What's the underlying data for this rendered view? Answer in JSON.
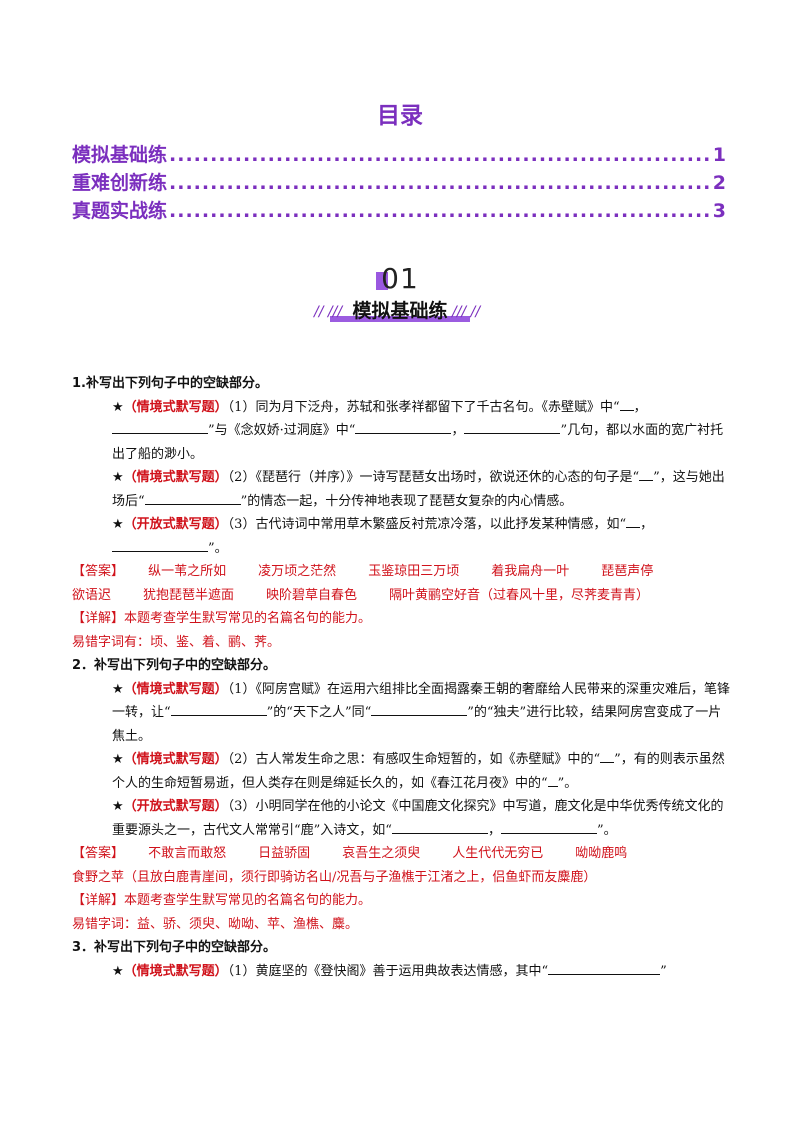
{
  "toc": {
    "title": "目录",
    "entries": [
      {
        "label": "模拟基础练",
        "page": "1"
      },
      {
        "label": "重难创新练",
        "page": "2"
      },
      {
        "label": "真题实战练",
        "page": "3"
      }
    ]
  },
  "section": {
    "number": "01",
    "label": "模拟基础练",
    "slash_left": "// ///",
    "slash_right": "/// //"
  },
  "q1": {
    "head": "1.补写出下列句子中的空缺部分。",
    "star": "★",
    "items": [
      {
        "tag": "（情境式默写题）",
        "a": "（1）同为月下泛舟，苏轼和张孝祥都留下了千古名句。《赤壁赋》中“",
        "b": "，",
        "c": "”与《念奴娇·过洞庭》中“",
        "d": "，",
        "e": "”几句，都以水面的宽广衬托出了船的渺小。"
      },
      {
        "tag": "（情境式默写题）",
        "a": "（2）《琵琶行（并序）》一诗写琵琶女出场时，欲说还休的心态的句子是“",
        "b": "”，这与她出场后“",
        "c": "”的情态一起，十分传神地表现了琵琶女复杂的内心情感。"
      },
      {
        "tag": "（开放式默写题）",
        "a": "（3）古代诗词中常用草木繁盛反衬荒凉冷落，以此抒发某种情感，如“",
        "b": "，",
        "c": "”。"
      }
    ],
    "answer_label": "【答案】",
    "answers_line1": [
      "纵一苇之所如",
      "凌万顷之茫然",
      "玉鉴琼田三万顷",
      "着我扁舟一叶",
      "琵琶声停"
    ],
    "answers_line2": [
      "欲语迟",
      "犹抱琵琶半遮面",
      "映阶碧草自春色",
      "隔叶黄鹂空好音（过春风十里，尽荠麦青青）"
    ],
    "detail_label": "【详解】",
    "detail": "本题考查学生默写常见的名篇名句的能力。",
    "typo": "易错字词有：顷、鉴、着、鹂、荠。"
  },
  "q2": {
    "head": "2．补写出下列句子中的空缺部分。",
    "star": "★",
    "items": [
      {
        "tag": "（情境式默写题）",
        "a": "（1）《阿房宫赋》在运用六组排比全面揭露秦王朝的奢靡给人民带来的深重灾难后，笔锋一转，让“",
        "b": "”的“天下之人”同“",
        "c": "”的“独夫”进行比较，结果阿房宫变成了一片焦土。"
      },
      {
        "tag": "（情境式默写题）",
        "a": "（2）古人常发生命之思：有感叹生命短暂的，如《赤壁赋》中的“",
        "b": "”，有的则表示虽然个人的生命短暂易逝，但人类存在则是绵延长久的，如《春江花月夜》中的“",
        "c": "”。"
      },
      {
        "tag": "（开放式默写题）",
        "a": "（3）小明同学在他的小论文《中国鹿文化探究》中写道，鹿文化是中华优秀传统文化的重要源头之一，古代文人常常引“鹿”入诗文，如“",
        "b": "，",
        "c": "”。"
      }
    ],
    "answer_label": "【答案】",
    "answers_line1": [
      "不敢言而敢怒",
      "日益骄固",
      "哀吾生之须臾",
      "人生代代无穷已",
      "呦呦鹿鸣"
    ],
    "answers_line2": "食野之苹（且放白鹿青崖间，须行即骑访名山/况吾与子渔樵于江渚之上，侣鱼虾而友麋鹿）",
    "detail_label": "【详解】",
    "detail": "本题考查学生默写常见的名篇名句的能力。",
    "typo": "易错字词：益、骄、须臾、呦呦、苹、渔樵、麋。"
  },
  "q3": {
    "head": "3．补写出下列句子中的空缺部分。",
    "star": "★",
    "items": [
      {
        "tag": "（情境式默写题）",
        "a": "（1）黄庭坚的《登快阁》善于运用典故表达情感，其中“",
        "b": "”"
      }
    ]
  }
}
